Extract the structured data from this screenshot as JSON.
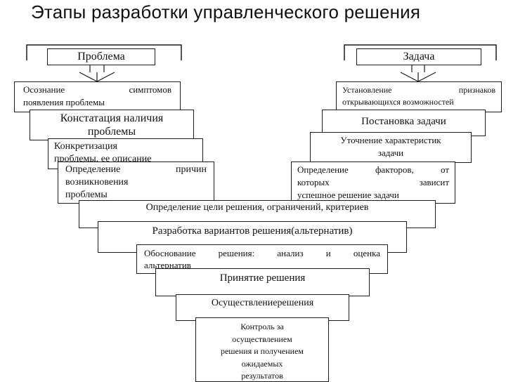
{
  "title": "Этапы разработки управленческого решения",
  "diagram": {
    "left_header": "Проблема",
    "right_header": "Задача",
    "left_steps": [
      [
        "Осознание симптомов",
        "появления проблемы"
      ],
      [
        "Констатация наличия",
        "проблемы"
      ],
      [
        "Конкретизация",
        "проблемы, ее описание"
      ],
      [
        "Определение причин",
        "возникновения",
        "проблемы"
      ]
    ],
    "right_steps": [
      [
        "Установление признаков",
        "открывающихся возможностей"
      ],
      [
        "Постановка задачи"
      ],
      [
        "Уточнение характеристик",
        "задачи"
      ],
      [
        "Определение факторов, от",
        "которых зависит",
        "успешное решение задачи"
      ]
    ],
    "center_steps": [
      [
        "Определение цели решения, ограничений, критериев"
      ],
      [
        "Разработка вариантов решения(альтернатив)"
      ],
      [
        "Обоснование решения: анализ и оценка",
        "альтернатив"
      ],
      [
        "Принятие решения"
      ],
      [
        "Осуществлениерешения"
      ],
      [
        "Контроль за",
        "осуществлением",
        "решения и получением",
        "ожидаемых",
        "результатов"
      ]
    ]
  }
}
